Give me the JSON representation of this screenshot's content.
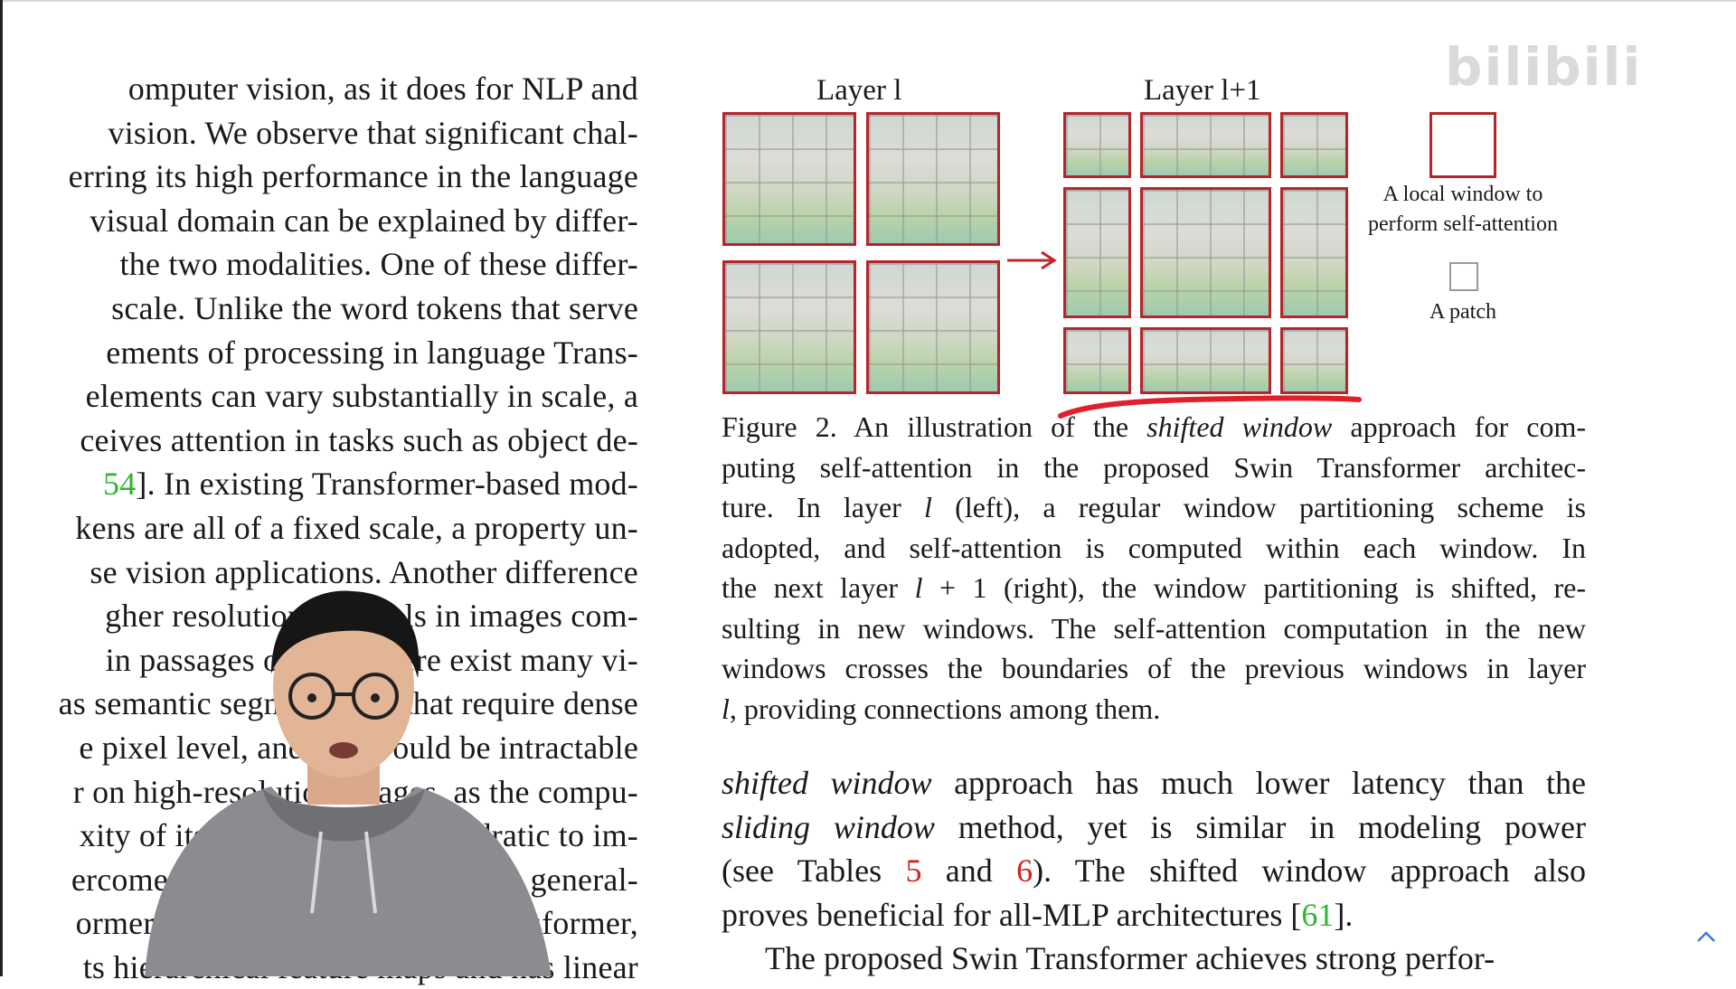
{
  "left_column": {
    "lines": [
      [
        "omputer vision, as it does for NLP and"
      ],
      [
        " vision.  We observe that significant chal-"
      ],
      [
        "erring its high performance in the language"
      ],
      [
        "visual domain can be explained by differ-"
      ],
      [
        " the two modalities.  One of these differ-"
      ],
      [
        "scale.  Unlike the word tokens that serve"
      ],
      [
        "ements of processing in language Trans-"
      ],
      [
        " elements can vary substantially in scale, a"
      ],
      [
        "ceives attention in tasks such as object de-"
      ],
      [
        "54",
        "].  In existing Transformer-based mod-"
      ],
      [
        "kens are all of a fixed scale, a property un-"
      ],
      [
        "se vision applications.  Another difference"
      ],
      [
        "gher resolution of pixels in images com-"
      ],
      [
        " in passages of text. There exist many vi-"
      ],
      [
        "as semantic segmentation that require dense"
      ],
      [
        "e pixel level, and this would be intractable"
      ],
      [
        "r on high-resolution images, as the compu-"
      ],
      [
        "xity of its self-attention is quadratic to im-"
      ],
      [
        "ercome these issues, we propose a general-"
      ],
      [
        "ormer backbone, called Swin Transformer,"
      ],
      [
        "ts hierarchical feature maps and has linear"
      ]
    ]
  },
  "figure": {
    "layer_l_label": "Layer l",
    "layer_l1_label": "Layer l+1",
    "legend_window": "A local window to",
    "legend_window_2": "perform self-attention",
    "legend_patch": "A patch",
    "arrow_icon": "right-arrow"
  },
  "caption": {
    "line1_a": "Figure 2. An illustration of the ",
    "line1_em": "shifted window",
    "line1_b": " approach for com-",
    "line2": "puting self-attention in the proposed Swin Transformer architec-",
    "line3_a": "ture.  In layer ",
    "line3_em": "l",
    "line3_b": " (left), a regular window partitioning scheme is",
    "line4": "adopted, and self-attention is computed within each window.  In",
    "line5_a": "the next layer ",
    "line5_em": "l",
    "line5_b": " + 1 (right), the window partitioning is shifted, re-",
    "line6": "sulting in new windows. The self-attention computation in the new",
    "line7": "windows crosses the boundaries of the previous windows in layer",
    "line8_em": "l",
    "line8_b": ", providing connections among them."
  },
  "paragraph": {
    "line1_em": "shifted window",
    "line1_b": " approach has much lower latency than the",
    "line2_em": "sliding window",
    "line2_b": " method, yet is similar in modeling power",
    "line3_a": "(see Tables ",
    "line3_ref1": "5",
    "line3_and": " and ",
    "line3_ref2": "6",
    "line3_b": ").  The shifted window approach also",
    "line4_a": "proves beneficial for all-MLP architectures [",
    "line4_ref": "61",
    "line4_b": "].",
    "line5": "The proposed Swin Transformer achieves strong perfor-"
  },
  "colors": {
    "citation_green": "#2fb52f",
    "reference_red": "#d21f1f",
    "window_border": "#b3262b",
    "annotation_red": "#e0202a"
  }
}
